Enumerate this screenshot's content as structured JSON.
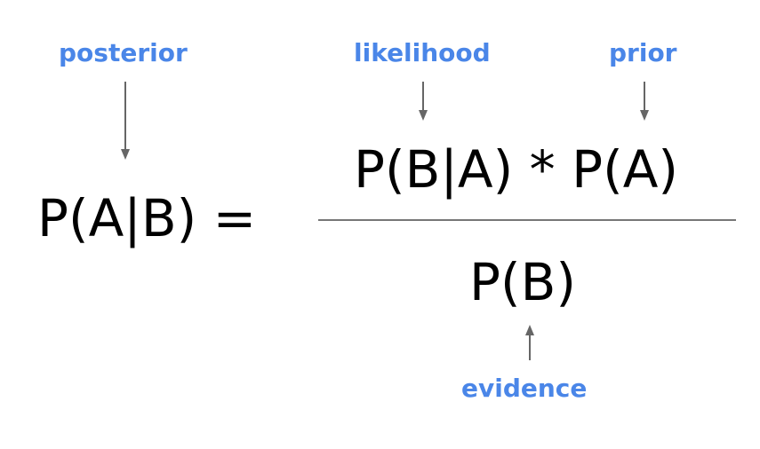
{
  "labels": {
    "posterior": "posterior",
    "likelihood": "likelihood",
    "prior": "prior",
    "evidence": "evidence"
  },
  "formula": {
    "lhs": "P(A|B) =",
    "numerator": "P(B|A) * P(A)",
    "denominator": "P(B)"
  },
  "colors": {
    "label": "#4a86e8",
    "formula": "#000000",
    "arrow": "#666666",
    "fraction_bar": "#777777"
  }
}
